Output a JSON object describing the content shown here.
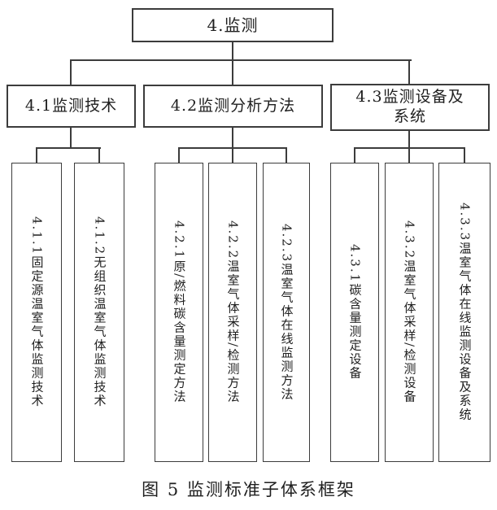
{
  "diagram": {
    "root": {
      "label": "4.监测"
    },
    "branches": [
      {
        "label": "4.1监测技术",
        "children": [
          {
            "label": "4.1.1固定源温室气体监测技术"
          },
          {
            "label": "4.1.2无组织温室气体监测技术"
          }
        ]
      },
      {
        "label": "4.2监测分析方法",
        "children": [
          {
            "label": "4.2.1原/燃料碳含量测定方法"
          },
          {
            "label": "4.2.2温室气体采样/检测方法"
          },
          {
            "label": "4.2.3温室气体在线监测方法"
          }
        ]
      },
      {
        "label": "4.3监测设备及\n系统",
        "children": [
          {
            "label": "4.3.1碳含量测定设备"
          },
          {
            "label": "4.3.2温室气体采样/检测设备"
          },
          {
            "label": "4.3.3温室气体在线监测设备及系统"
          }
        ]
      }
    ],
    "caption": "图 5 监测标准子体系框架",
    "colors": {
      "line": "#3c3c3c",
      "background": "#ffffff",
      "text": "#1f1f1f"
    }
  }
}
